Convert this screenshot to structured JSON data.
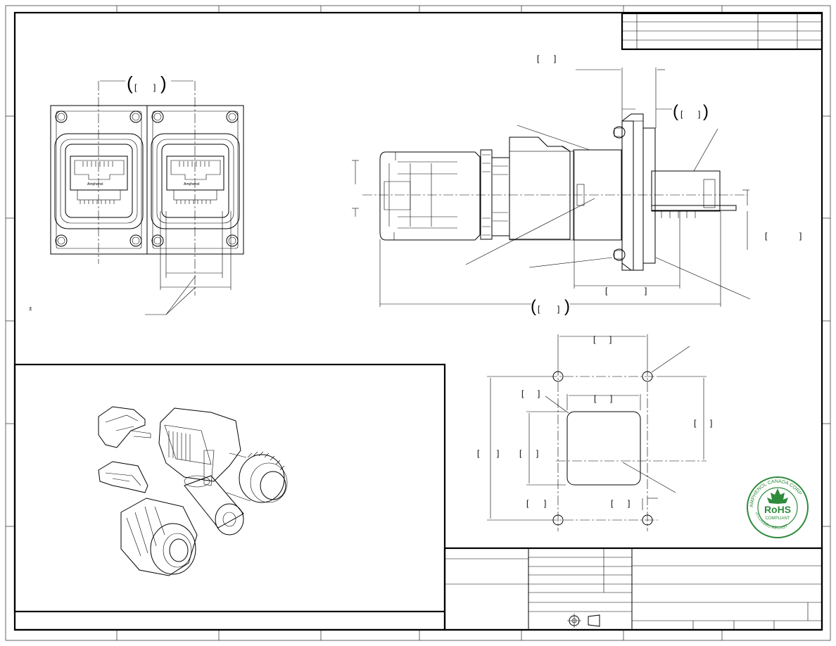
{
  "drawing": {
    "front_view_logo": "Amphenol",
    "tolerance_mark": "±",
    "bracket_open": "[",
    "bracket_close": "]",
    "paren_open": "(",
    "paren_close": ")"
  },
  "rohs_badge": {
    "arc_top": "AMPHENOL CANADA CORP",
    "main": "RoHS",
    "sub": "COMPLIANT",
    "arc_bottom": "2011/65/EU RECAST",
    "color": "#2e8b3c"
  },
  "colors": {
    "line": "#000000",
    "paper": "#ffffff"
  }
}
